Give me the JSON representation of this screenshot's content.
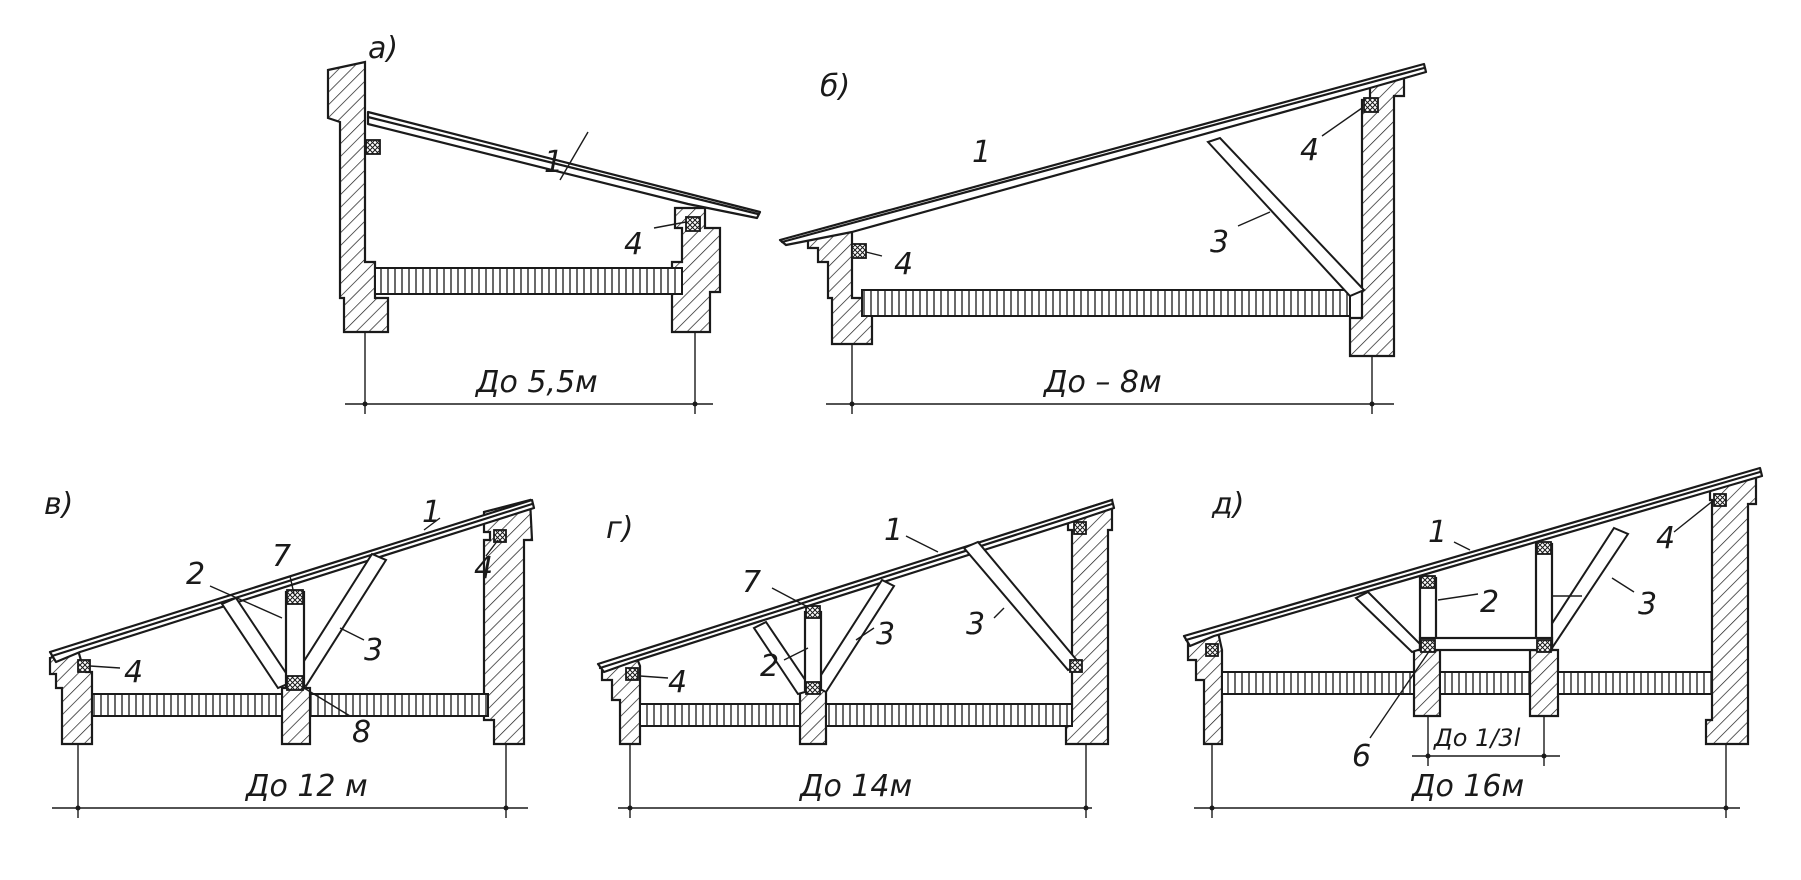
{
  "figure": {
    "panels": [
      {
        "id": "a",
        "letter": "а)",
        "span": "До  5,5м",
        "labels": [
          "1",
          "4"
        ]
      },
      {
        "id": "b",
        "letter": "б)",
        "span": "До – 8м",
        "labels": [
          "1",
          "4",
          "3",
          "4"
        ]
      },
      {
        "id": "v",
        "letter": "в)",
        "span": "До 12 м",
        "labels": [
          "1",
          "2",
          "7",
          "4",
          "3",
          "4",
          "8"
        ]
      },
      {
        "id": "g",
        "letter": "г)",
        "span": "До  14м",
        "labels": [
          "1",
          "7",
          "3",
          "2",
          "3",
          "4"
        ]
      },
      {
        "id": "d",
        "letter": "д)",
        "span": "До 16м",
        "sub_span": "До 1/3l",
        "labels": [
          "1",
          "2",
          "3",
          "4",
          "6"
        ]
      }
    ]
  }
}
